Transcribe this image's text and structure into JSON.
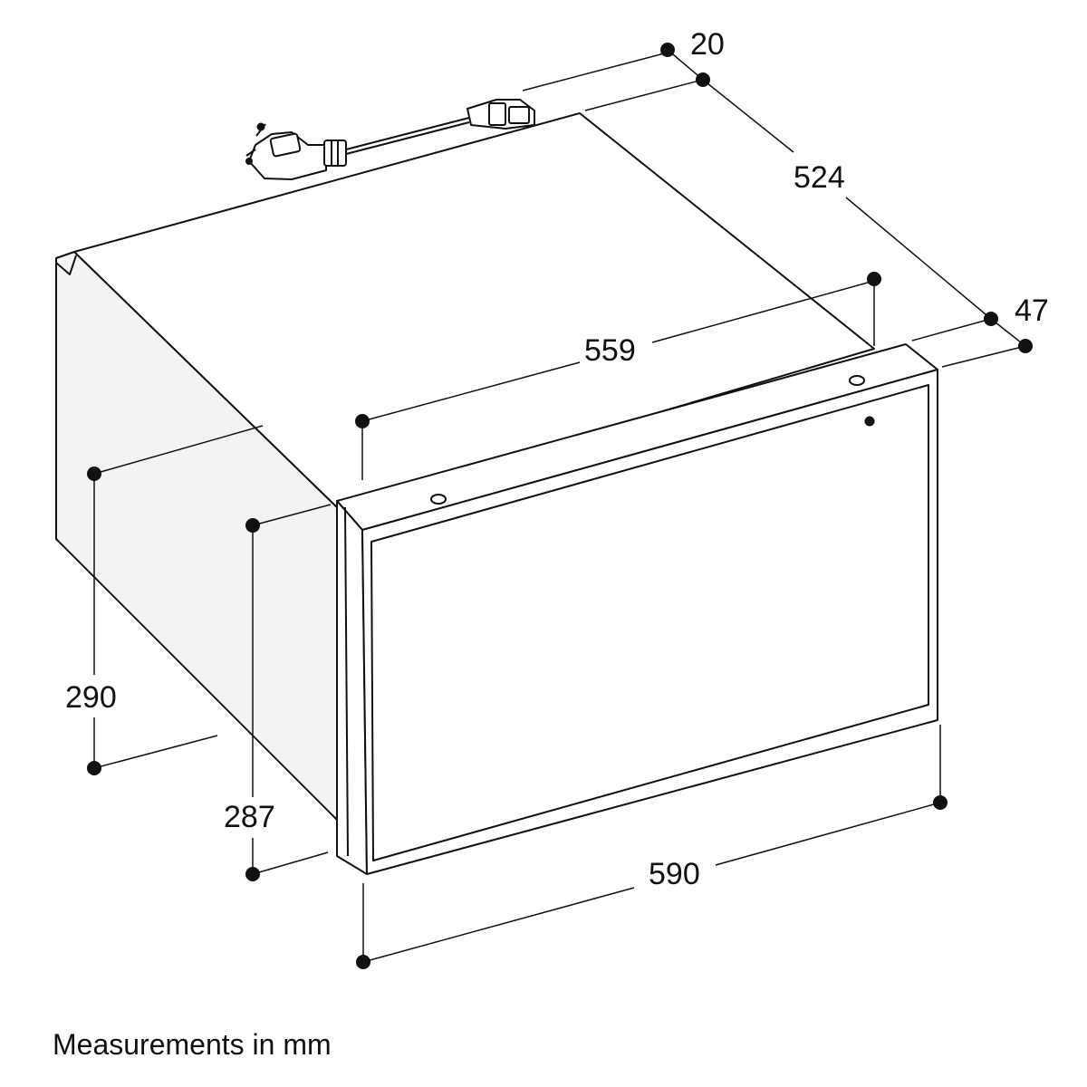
{
  "dimensions": {
    "cord_offset": "20",
    "depth": "524",
    "front_panel_thickness": "47",
    "inner_width": "559",
    "total_height": "290",
    "niche_height": "287",
    "total_width": "590"
  },
  "footnote": "Measurements in mm",
  "colors": {
    "stroke": "#111111",
    "side_fill": "#f3f3f3",
    "top_fill": "#ffffff",
    "front_fill": "#ffffff"
  },
  "icons": {
    "plug": "power-plug-icon",
    "connector": "cable-connector-icon",
    "dot": "dimension-endpoint-dot"
  }
}
